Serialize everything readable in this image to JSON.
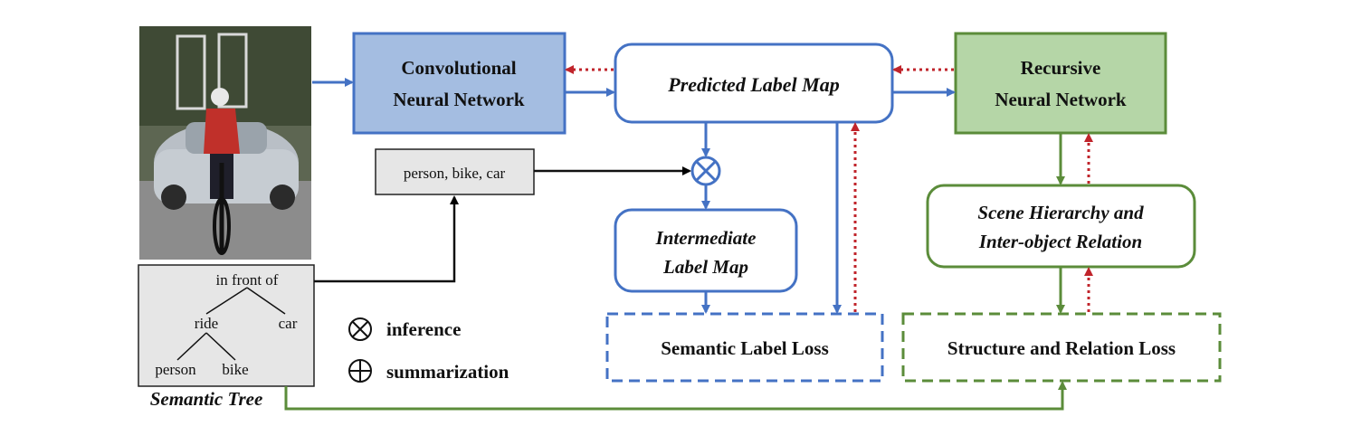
{
  "diagram": {
    "nodes": {
      "cnn": {
        "line1": "Convolutional",
        "line2": "Neural Network"
      },
      "rnn": {
        "line1": "Recursive",
        "line2": "Neural Network"
      },
      "predicted_label_map": "Predicted Label Map",
      "intermediate_label_map": {
        "line1": "Intermediate",
        "line2": "Label Map"
      },
      "scene_hierarchy": {
        "line1": "Scene Hierarchy and",
        "line2": "Inter-object Relation"
      },
      "semantic_label_loss": "Semantic Label Loss",
      "structure_relation_loss": "Structure and Relation Loss",
      "object_labels": "person, bike, car"
    },
    "semantic_tree": {
      "caption": "Semantic Tree",
      "root": "in front of",
      "left": "ride",
      "right": "car",
      "leaf_left": "person",
      "leaf_right": "bike"
    },
    "legend": {
      "inference_label": "inference",
      "summarization_label": "summarization"
    },
    "colors": {
      "blue": "#4472C4",
      "blue_fill": "#A4BDE1",
      "green": "#5B8C3A",
      "green_fill": "#B5D6A7",
      "red_dotted": "#C0242B",
      "gray_fill": "#E6E6E6"
    },
    "photo": {
      "description_icon": "cyclist-photo"
    }
  }
}
